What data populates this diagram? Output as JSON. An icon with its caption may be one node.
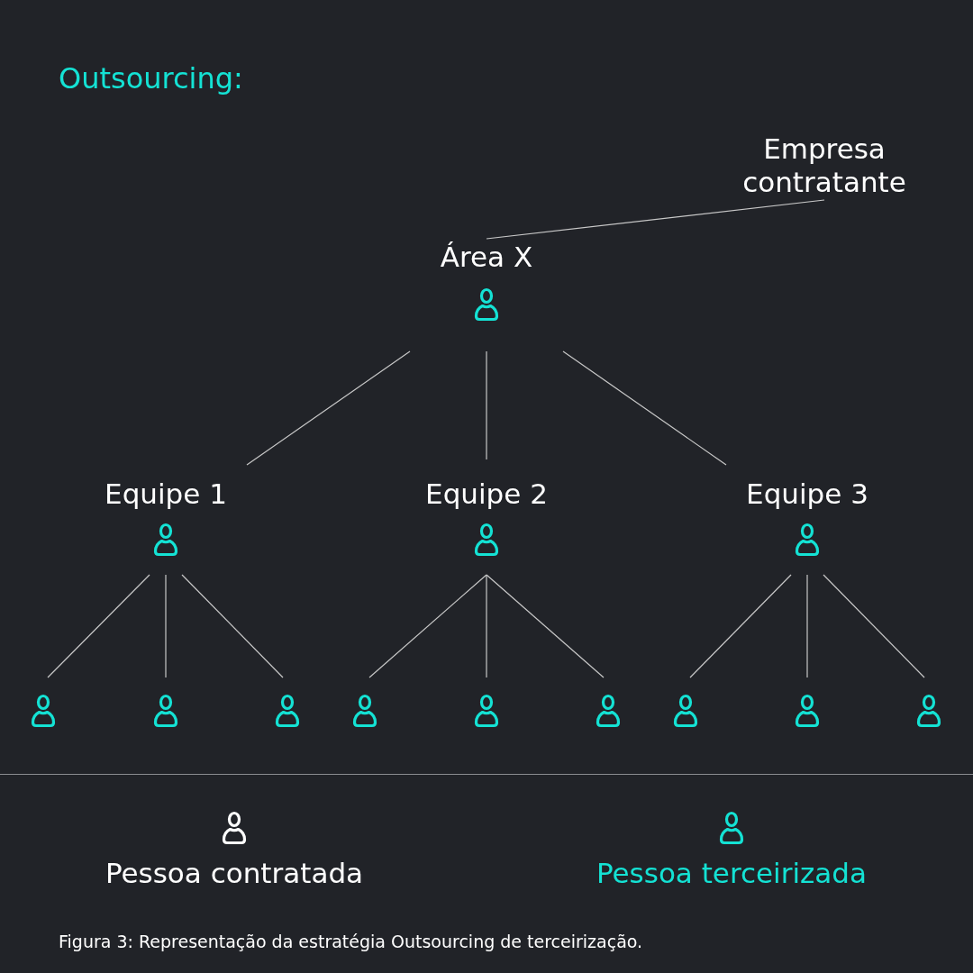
{
  "diagram": {
    "title": "Outsourcing:",
    "caption": "Figura 3: Representação da estratégia Outsourcing de terceirização.",
    "nodes": [
      {
        "text": [
          "Empresa contratante"
        ]
      },
      {
        "text": [
          "Área X"
        ]
      },
      {
        "text": [
          "Equipe 1"
        ]
      },
      {
        "text": [
          "Equipe 2"
        ]
      },
      {
        "text": [
          "Equipe 3"
        ]
      },
      {
        "text": [],
        "shape": "person"
      },
      {
        "text": [],
        "shape": "person"
      },
      {
        "text": [],
        "shape": "person"
      },
      {
        "text": [],
        "shape": "person"
      },
      {
        "text": [],
        "shape": "person"
      },
      {
        "text": [],
        "shape": "person"
      },
      {
        "text": [],
        "shape": "person"
      },
      {
        "text": [],
        "shape": "person"
      },
      {
        "text": [],
        "shape": "person"
      }
    ],
    "edges": [
      {
        "from": 0,
        "to": 1,
        "arrow": "none"
      },
      {
        "from": 1,
        "to": 2,
        "arrow": "none"
      },
      {
        "from": 1,
        "to": 3,
        "arrow": "none"
      },
      {
        "from": 1,
        "to": 4,
        "arrow": "none"
      },
      {
        "from": 2,
        "to": 5,
        "arrow": "none"
      },
      {
        "from": 2,
        "to": 6,
        "arrow": "none"
      },
      {
        "from": 2,
        "to": 7,
        "arrow": "none"
      },
      {
        "from": 3,
        "to": 8,
        "arrow": "none"
      },
      {
        "from": 3,
        "to": 9,
        "arrow": "none"
      },
      {
        "from": 3,
        "to": 10,
        "arrow": "none"
      },
      {
        "from": 4,
        "to": 11,
        "arrow": "none"
      },
      {
        "from": 4,
        "to": 12,
        "arrow": "none"
      },
      {
        "from": 4,
        "to": 13,
        "arrow": "none"
      }
    ],
    "legend": [
      {
        "text": "Pessoa contratada"
      },
      {
        "text": "Pessoa terceirizada"
      }
    ]
  }
}
